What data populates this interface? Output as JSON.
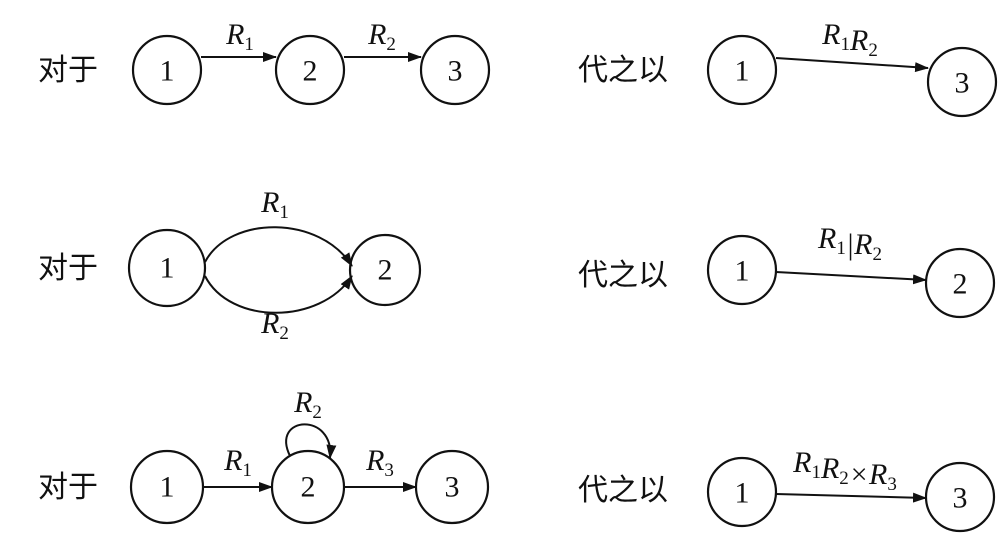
{
  "left_prefix": "对于",
  "right_prefix": "代之以",
  "rows": [
    {
      "left": {
        "nodes": [
          "1",
          "2",
          "3"
        ],
        "edges": [
          {
            "parts": [
              {
                "b": "R",
                "s": "1"
              }
            ]
          },
          {
            "parts": [
              {
                "b": "R",
                "s": "2"
              }
            ]
          }
        ]
      },
      "right": {
        "nodes": [
          "1",
          "3"
        ],
        "edge": {
          "parts": [
            {
              "b": "R",
              "s": "1"
            },
            {
              "b": "R",
              "s": "2"
            }
          ]
        }
      }
    },
    {
      "left": {
        "nodes": [
          "1",
          "2"
        ],
        "edges": [
          {
            "parts": [
              {
                "b": "R",
                "s": "1"
              }
            ]
          },
          {
            "parts": [
              {
                "b": "R",
                "s": "2"
              }
            ]
          }
        ]
      },
      "right": {
        "nodes": [
          "1",
          "2"
        ],
        "edge": {
          "parts": [
            {
              "b": "R",
              "s": "1"
            },
            {
              "b": "|R",
              "s": "2"
            }
          ]
        }
      }
    },
    {
      "left": {
        "nodes": [
          "1",
          "2",
          "3"
        ],
        "edges": [
          {
            "parts": [
              {
                "b": "R",
                "s": "1"
              }
            ]
          },
          {
            "parts": [
              {
                "b": "R",
                "s": "2"
              }
            ]
          },
          {
            "parts": [
              {
                "b": "R",
                "s": "3"
              }
            ]
          }
        ]
      },
      "right": {
        "nodes": [
          "1",
          "3"
        ],
        "edge": {
          "parts": [
            {
              "b": "R",
              "s": "1"
            },
            {
              "b": "R",
              "s": "2"
            },
            {
              "b": "×R",
              "s": "3"
            }
          ]
        }
      }
    }
  ]
}
